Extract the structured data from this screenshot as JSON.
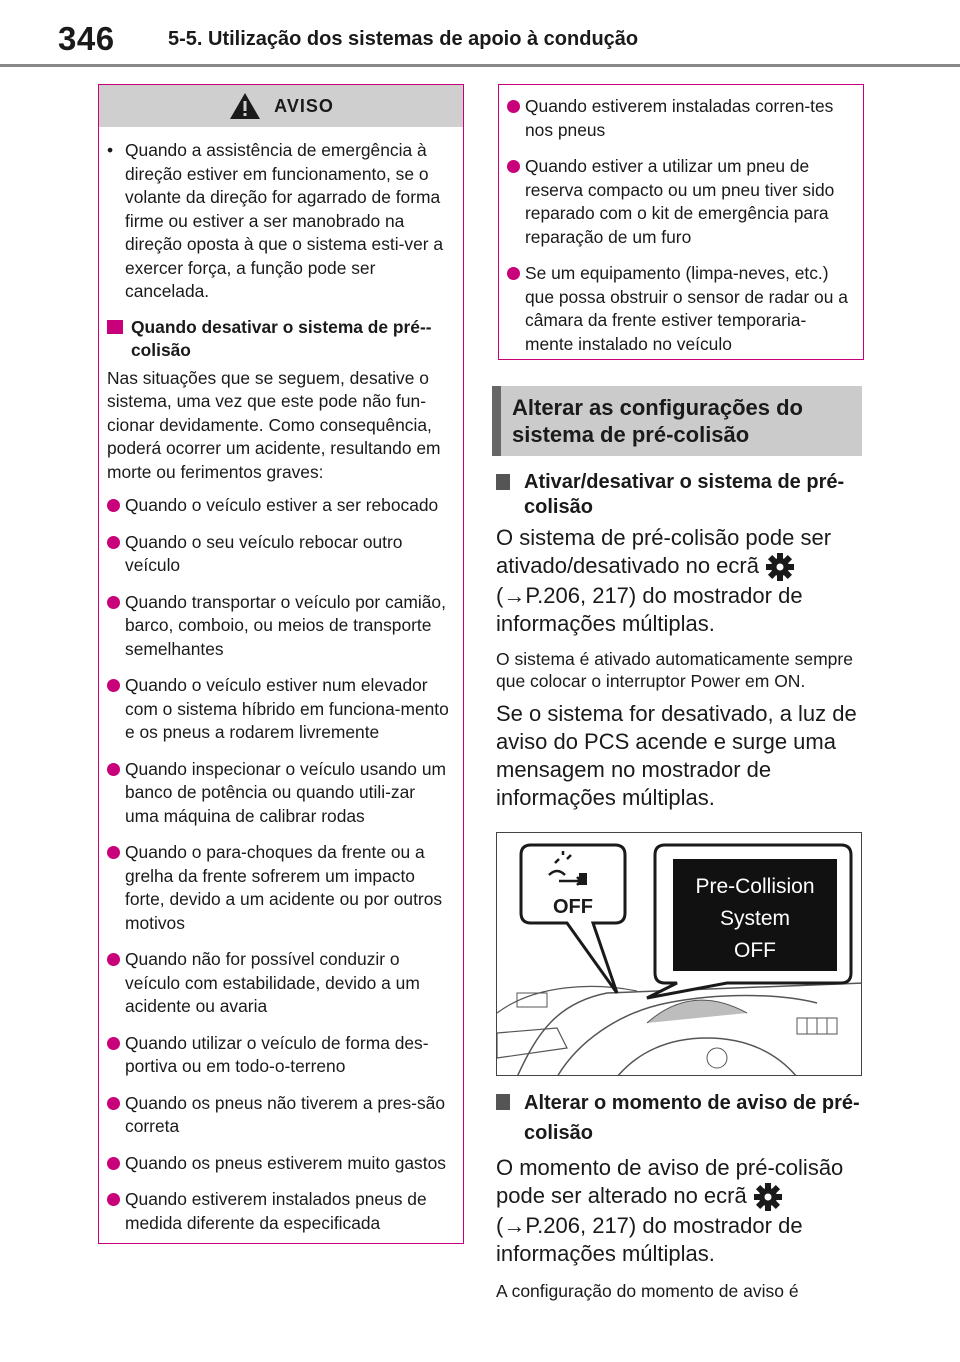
{
  "header": {
    "page_number": "346",
    "section": "5-5. Utilização dos sistemas de apoio à condução"
  },
  "warning_box": {
    "title": "AVISO",
    "intro_bullet": "Quando a assistência de emergência à direção estiver em funcionamento, se o volante da direção for agarrado de forma firme ou estiver a ser manobrado na direção oposta à que o sistema esti-ver a exercer força, a função pode ser cancelada.",
    "subheading": "Quando desativar o sistema de pré--colisão",
    "paragraph": "Nas situações que se seguem, desative o sistema, uma vez que este pode não fun-cionar devidamente. Como consequência, poderá ocorrer um acidente, resultando em morte ou ferimentos graves:",
    "items": [
      "Quando o veículo estiver a ser rebocado",
      "Quando o seu veículo rebocar outro veículo",
      "Quando transportar o veículo por camião, barco, comboio, ou meios de transporte semelhantes",
      "Quando o veículo estiver num elevador com o sistema híbrido em funciona-mento e os pneus a rodarem livremente",
      "Quando inspecionar o veículo usando um banco de potência ou quando utili-zar uma máquina de calibrar rodas",
      "Quando o para-choques da frente ou a grelha da frente sofrerem um impacto forte, devido a um acidente ou por outros motivos",
      "Quando não for possível conduzir o veículo com estabilidade, devido a um acidente ou avaria",
      "Quando utilizar o veículo de forma des-portiva ou em todo-o-terreno",
      "Quando os pneus não tiverem a pres-são correta",
      "Quando os pneus estiverem muito gastos",
      "Quando estiverem instalados pneus de medida diferente da especificada"
    ]
  },
  "warning_box_cont": {
    "items": [
      "Quando estiverem instaladas corren-tes nos pneus",
      "Quando estiver a utilizar um pneu de reserva compacto ou um pneu tiver sido reparado com o kit de emergência para reparação de um furo",
      "Se um equipamento (limpa-neves, etc.) que possa obstruir o sensor de radar ou a câmara da frente estiver temporaria-mente instalado no veículo"
    ]
  },
  "section_box": {
    "title": "Alterar as configurações do sistema de pré-colisão"
  },
  "part1": {
    "heading": "Ativar/desativar o sistema de pré-colisão",
    "text_a": "O sistema de pré-colisão pode ser ativado/desativado no ecrã",
    "text_b": "(→P.206, 217) do mostrador de informações múltiplas.",
    "small": "O sistema é ativado automaticamente sempre que colocar o interruptor Power em ON.",
    "text_c": "Se o sistema for desativado, a luz de aviso do PCS acende e surge uma mensagem no mostrador de informações múltiplas."
  },
  "illustration": {
    "indicator_label": "OFF",
    "display_line1": "Pre-Collision",
    "display_line2": "System",
    "display_line3": "OFF"
  },
  "part2": {
    "heading": "Alterar o momento de aviso de pré-colisão",
    "text_a": "O momento de aviso de pré-colisão pode ser alterado no ecrã",
    "text_b": "(→P.206, 217) do mostrador de informações múltiplas.",
    "small": "A configuração do momento de aviso é"
  }
}
